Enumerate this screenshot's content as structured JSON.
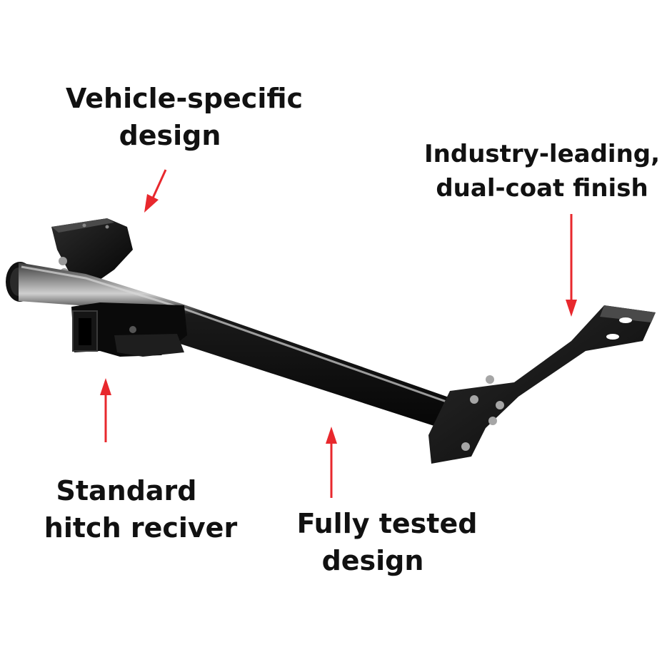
{
  "colors": {
    "arrow": "#e8282d",
    "metal": "#0d0d0d",
    "text": "#111111",
    "background": "#ffffff"
  },
  "callouts": {
    "vehicle_specific": {
      "line1": "Vehicle-specific",
      "line2": "design"
    },
    "finish": {
      "line1": "Industry-leading,",
      "line2": "dual-coat finish"
    },
    "receiver": {
      "line1": "Standard",
      "line2": "hitch reciver"
    },
    "tested": {
      "line1": "Fully tested",
      "line2": "design"
    }
  }
}
